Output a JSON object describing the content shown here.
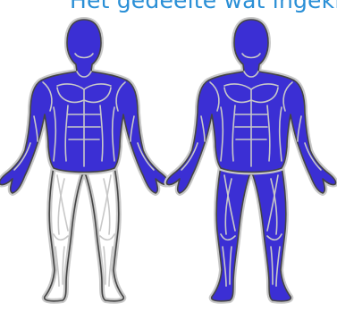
{
  "caption": {
    "text": "Het gedeelte wat ingekl"
  },
  "colors": {
    "caption": "#2a8fd6",
    "muscle_fill": "#3b2fd4",
    "unfilled": "#ffffff",
    "outline_dark": "#444444",
    "outline_light": "#c8c8c8"
  },
  "figures": [
    {
      "id": "upper-body-only",
      "filled": [
        "upper_body"
      ],
      "unfilled": [
        "legs"
      ]
    },
    {
      "id": "full-body",
      "filled": [
        "upper_body",
        "legs"
      ],
      "unfilled": []
    }
  ]
}
